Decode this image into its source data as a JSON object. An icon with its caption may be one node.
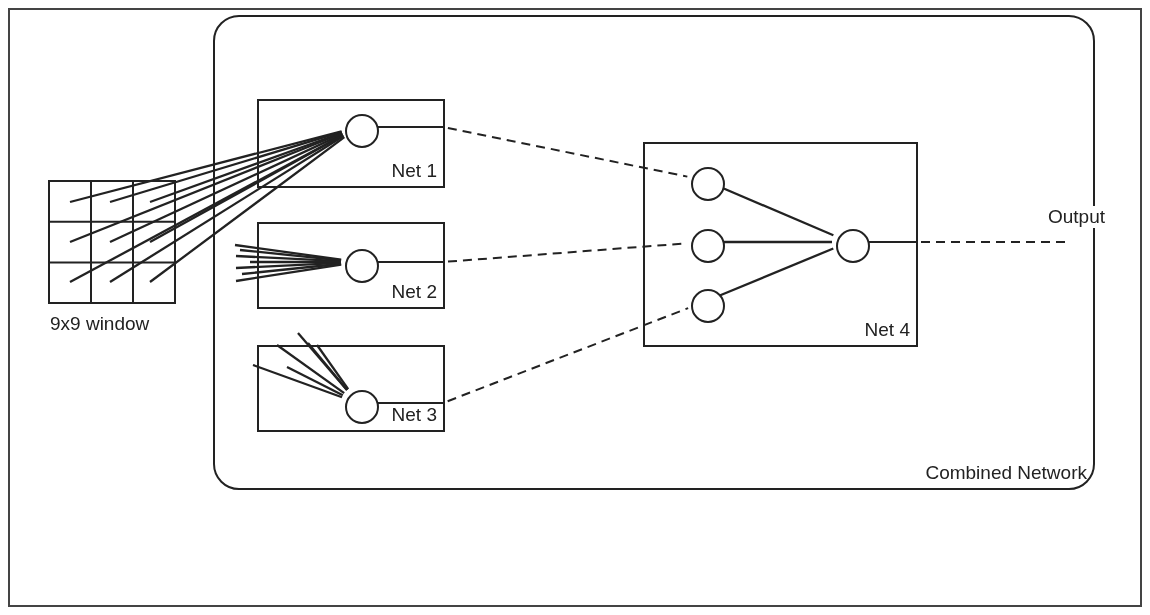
{
  "diagram": {
    "nodes": [
      {
        "text": [
          "Combined Network"
        ]
      },
      {
        "text": [
          "9x9 window"
        ]
      },
      {
        "text": [
          "Net 1"
        ],
        "in": 0
      },
      {
        "text": [
          "Net 2"
        ],
        "in": 0
      },
      {
        "text": [
          "Net 3"
        ],
        "in": 0
      },
      {
        "text": [
          "Net 4"
        ],
        "in": 0
      },
      {
        "text": [],
        "shape": "circle",
        "in": 2
      },
      {
        "text": [],
        "shape": "circle",
        "in": 3
      },
      {
        "text": [],
        "shape": "circle",
        "in": 4
      },
      {
        "text": [],
        "shape": "circle",
        "in": 5
      },
      {
        "text": [],
        "shape": "circle",
        "in": 5
      },
      {
        "text": [],
        "shape": "circle",
        "in": 5
      },
      {
        "text": [],
        "shape": "circle",
        "in": 5
      }
    ],
    "edges": [
      {
        "from": 1,
        "to": 6,
        "arrow": "none"
      },
      {
        "from": 1,
        "to": 6,
        "arrow": "none"
      },
      {
        "from": 1,
        "to": 6,
        "arrow": "none"
      },
      {
        "from": 1,
        "to": 6,
        "arrow": "none"
      },
      {
        "from": 1,
        "to": 6,
        "arrow": "none"
      },
      {
        "from": 1,
        "to": 6,
        "arrow": "none"
      },
      {
        "from": 1,
        "to": 6,
        "arrow": "none"
      },
      {
        "from": 1,
        "to": 6,
        "arrow": "none"
      },
      {
        "from": 1,
        "to": 6,
        "arrow": "none"
      },
      {
        "from": null,
        "to": 7,
        "arrow": "none"
      },
      {
        "from": null,
        "to": 7,
        "arrow": "none"
      },
      {
        "from": null,
        "to": 7,
        "arrow": "none"
      },
      {
        "from": null,
        "to": 7,
        "arrow": "none"
      },
      {
        "from": null,
        "to": 7,
        "arrow": "none"
      },
      {
        "from": null,
        "to": 7,
        "arrow": "none"
      },
      {
        "from": null,
        "to": 7,
        "arrow": "none"
      },
      {
        "from": null,
        "to": 8,
        "arrow": "none"
      },
      {
        "from": null,
        "to": 8,
        "arrow": "none"
      },
      {
        "from": null,
        "to": 8,
        "arrow": "none"
      },
      {
        "from": null,
        "to": 8,
        "arrow": "none"
      },
      {
        "from": null,
        "to": 8,
        "arrow": "none"
      },
      {
        "from": null,
        "to": 8,
        "arrow": "none"
      },
      {
        "from": 6,
        "to": 9,
        "arrow": "none",
        "style": "dashed"
      },
      {
        "from": 7,
        "to": 10,
        "arrow": "none",
        "style": "dashed"
      },
      {
        "from": 8,
        "to": 11,
        "arrow": "none",
        "style": "dashed"
      },
      {
        "from": 9,
        "to": 12,
        "arrow": "none"
      },
      {
        "from": 10,
        "to": 12,
        "arrow": "none"
      },
      {
        "from": 11,
        "to": 12,
        "arrow": "none"
      },
      {
        "from": 12,
        "to": null,
        "arrow": "none",
        "style": "dashed",
        "label": "Output"
      }
    ]
  }
}
